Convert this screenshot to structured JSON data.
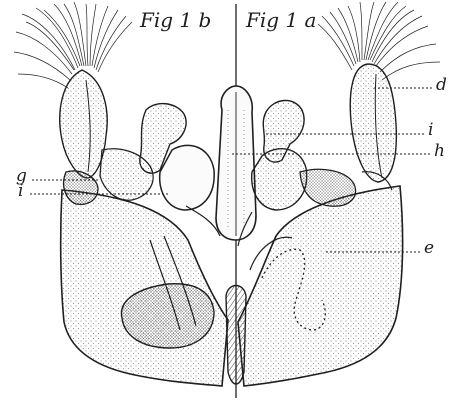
{
  "figure": {
    "titles": {
      "left": "Fig 1 b",
      "right": "Fig 1 a"
    },
    "labels": {
      "d": "d",
      "i_right": "i",
      "h": "h",
      "e": "e",
      "g": "g",
      "i_left": "i"
    }
  },
  "colors": {
    "ink": "#1f1f1f",
    "paper": "#ffffff",
    "stipple": "#6b6b6b"
  }
}
